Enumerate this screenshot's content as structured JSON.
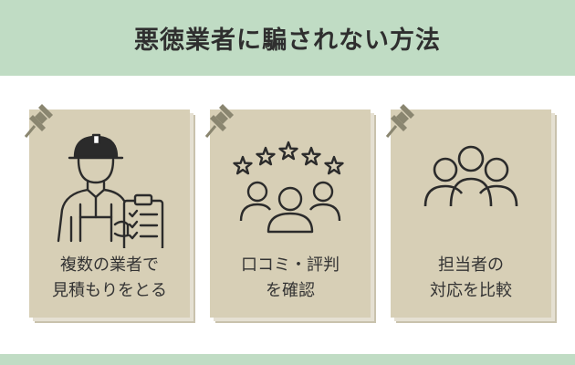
{
  "header": {
    "title": "悪徳業者に騙されない方法"
  },
  "colors": {
    "header_bg": "#c0dcc4",
    "card_bg": "#d7cfb6",
    "pin": "#8a8670",
    "ink": "#333333"
  },
  "cards": [
    {
      "icon": "worker-with-clipboard-icon",
      "lines": [
        "複数の業者で",
        "見積もりをとる"
      ]
    },
    {
      "icon": "rating-stars-people-icon",
      "lines": [
        "口コミ・評判",
        "を確認"
      ]
    },
    {
      "icon": "three-people-icon",
      "lines": [
        "担当者の",
        "対応を比較"
      ]
    }
  ]
}
